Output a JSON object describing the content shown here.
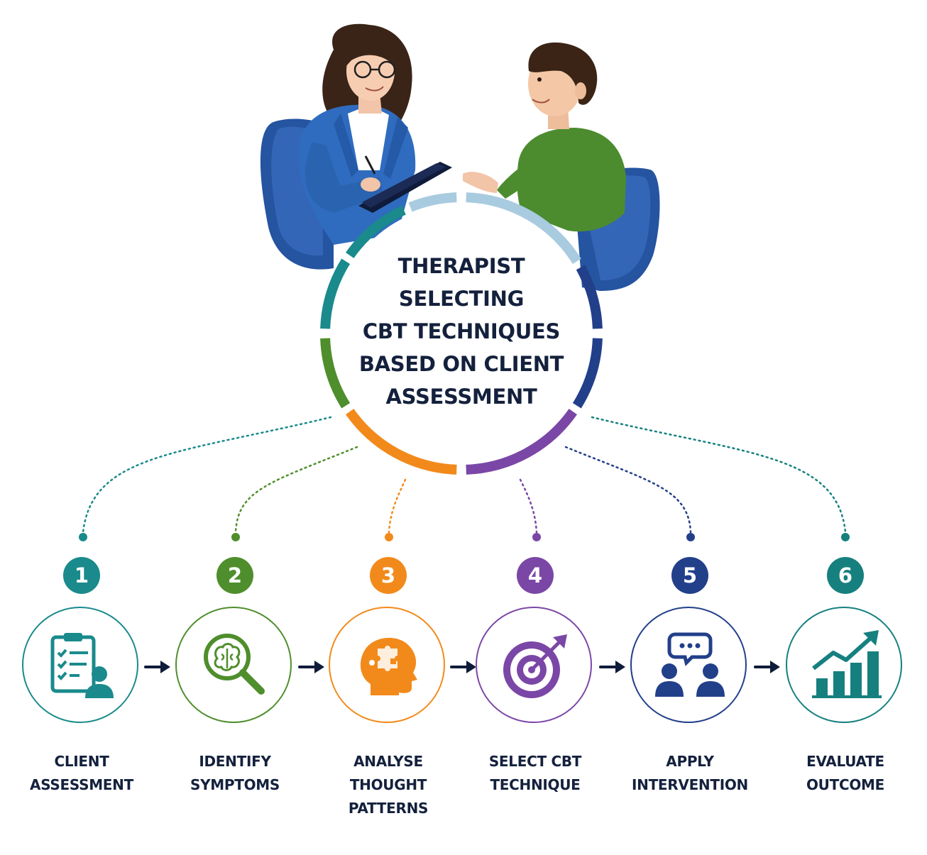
{
  "center": {
    "title_lines": [
      "THERAPIST",
      "SELECTING",
      "CBT TECHNIQUES",
      "BASED ON CLIENT",
      "ASSESSMENT"
    ]
  },
  "colors": {
    "teal": "#1a8a8c",
    "green": "#4f8e2c",
    "orange": "#f28a1b",
    "purple": "#7b47a6",
    "navy": "#223f8a",
    "dark_teal": "#16807f",
    "light_blue": "#a9cbe0",
    "therapist_jacket": "#2f6cbf",
    "client_shirt": "#4c8c2f",
    "chair": "#2554a0",
    "arrow": "#0f1b3a",
    "text": "#14213d"
  },
  "steps": [
    {
      "number": "1",
      "label_lines": [
        "CLIENT",
        "ASSESSMENT"
      ],
      "icon": "clipboard-person-icon",
      "color": "#1a8a8c"
    },
    {
      "number": "2",
      "label_lines": [
        "IDENTIFY",
        "SYMPTOMS"
      ],
      "icon": "brain-magnifier-icon",
      "color": "#4f8e2c"
    },
    {
      "number": "3",
      "label_lines": [
        "ANALYSE",
        "THOUGHT",
        "PATTERNS"
      ],
      "icon": "head-puzzle-icon",
      "color": "#f28a1b"
    },
    {
      "number": "4",
      "label_lines": [
        "SELECT CBT",
        "TECHNIQUE"
      ],
      "icon": "target-arrow-icon",
      "color": "#7b47a6"
    },
    {
      "number": "5",
      "label_lines": [
        "APPLY",
        "INTERVENTION"
      ],
      "icon": "people-chat-icon",
      "color": "#223f8a"
    },
    {
      "number": "6",
      "label_lines": [
        "EVALUATE",
        "OUTCOME"
      ],
      "icon": "growth-chart-icon",
      "color": "#16807f"
    }
  ],
  "illustration": {
    "therapist": "therapist-with-clipboard",
    "client": "client-in-green-shirt"
  }
}
